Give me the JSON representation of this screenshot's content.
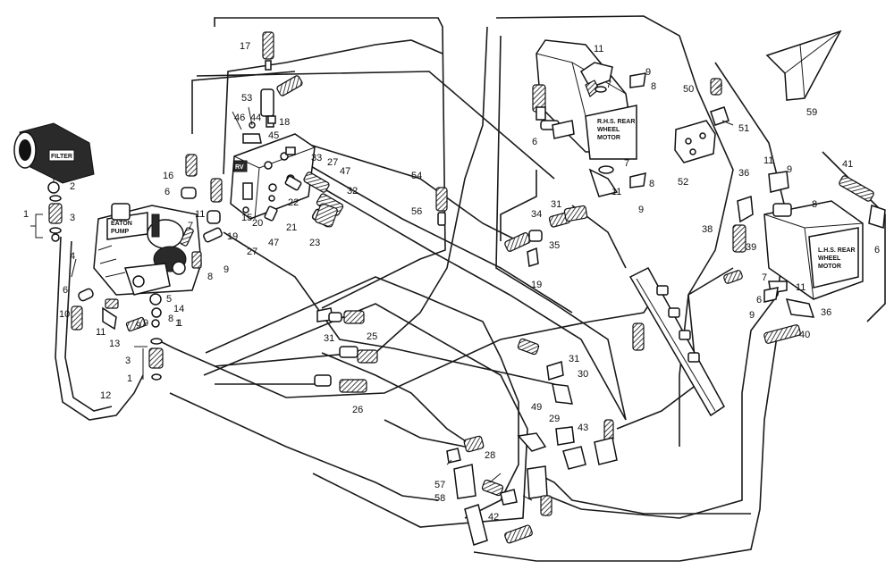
{
  "diagram": {
    "component_labels": {
      "filter": "FILTER",
      "eaton_pump_line1": "EATON",
      "eaton_pump_line2": "PUMP",
      "rhs_motor_line1": "R.H.S. REAR",
      "rhs_motor_line2": "WHEEL",
      "rhs_motor_line3": "MOTOR",
      "lhs_motor_line1": "L.H.S. REAR",
      "lhs_motor_line2": "WHEEL",
      "lhs_motor_line3": "MOTOR"
    },
    "callouts": [
      {
        "id": "c1",
        "text": "17"
      },
      {
        "id": "c2",
        "text": "53"
      },
      {
        "id": "c3",
        "text": "18"
      },
      {
        "id": "c4",
        "text": "46"
      },
      {
        "id": "c5",
        "text": "44"
      },
      {
        "id": "c6",
        "text": "45"
      },
      {
        "id": "c7",
        "text": "16"
      },
      {
        "id": "c8",
        "text": "6"
      },
      {
        "id": "c9",
        "text": "11"
      },
      {
        "id": "c10",
        "text": "7"
      },
      {
        "id": "c11",
        "text": "15"
      },
      {
        "id": "c12",
        "text": "33"
      },
      {
        "id": "c13",
        "text": "27"
      },
      {
        "id": "c14",
        "text": "47"
      },
      {
        "id": "c15",
        "text": "32"
      },
      {
        "id": "c16",
        "text": "20"
      },
      {
        "id": "c17",
        "text": "22"
      },
      {
        "id": "c18",
        "text": "21"
      },
      {
        "id": "c19",
        "text": "23"
      },
      {
        "id": "c20",
        "text": "27"
      },
      {
        "id": "c21",
        "text": "47"
      },
      {
        "id": "c22",
        "text": "19"
      },
      {
        "id": "c23",
        "text": "2"
      },
      {
        "id": "c24",
        "text": "3"
      },
      {
        "id": "c25",
        "text": "1"
      },
      {
        "id": "c26",
        "text": "4"
      },
      {
        "id": "c27",
        "text": "6"
      },
      {
        "id": "c28",
        "text": "10"
      },
      {
        "id": "c29",
        "text": "11"
      },
      {
        "id": "c30",
        "text": "13"
      },
      {
        "id": "c31",
        "text": "9"
      },
      {
        "id": "c32",
        "text": "5"
      },
      {
        "id": "c33",
        "text": "14"
      },
      {
        "id": "c34",
        "text": "8"
      },
      {
        "id": "c35",
        "text": "9"
      },
      {
        "id": "c36",
        "text": "1"
      },
      {
        "id": "c37",
        "text": "3"
      },
      {
        "id": "c38",
        "text": "1"
      },
      {
        "id": "c39",
        "text": "12"
      },
      {
        "id": "c40",
        "text": "54"
      },
      {
        "id": "c41",
        "text": "56"
      },
      {
        "id": "c42",
        "text": "31"
      },
      {
        "id": "c43",
        "text": "25"
      },
      {
        "id": "c44",
        "text": "26"
      },
      {
        "id": "c45",
        "text": "11"
      },
      {
        "id": "c46",
        "text": "9"
      },
      {
        "id": "c47",
        "text": "8"
      },
      {
        "id": "c48",
        "text": "7"
      },
      {
        "id": "c49",
        "text": "6"
      },
      {
        "id": "c50",
        "text": "7"
      },
      {
        "id": "c51",
        "text": "11"
      },
      {
        "id": "c52",
        "text": "8"
      },
      {
        "id": "c53",
        "text": "9"
      },
      {
        "id": "c54",
        "text": "50"
      },
      {
        "id": "c55",
        "text": "51"
      },
      {
        "id": "c56",
        "text": "52"
      },
      {
        "id": "c57",
        "text": "59"
      },
      {
        "id": "c58",
        "text": "34"
      },
      {
        "id": "c59",
        "text": "31"
      },
      {
        "id": "c60",
        "text": "35"
      },
      {
        "id": "c61",
        "text": "19"
      },
      {
        "id": "c62",
        "text": "36"
      },
      {
        "id": "c63",
        "text": "11"
      },
      {
        "id": "c64",
        "text": "9"
      },
      {
        "id": "c65",
        "text": "8"
      },
      {
        "id": "c66",
        "text": "41"
      },
      {
        "id": "c67",
        "text": "38"
      },
      {
        "id": "c68",
        "text": "39"
      },
      {
        "id": "c69",
        "text": "6"
      },
      {
        "id": "c70",
        "text": "7"
      },
      {
        "id": "c71",
        "text": "6"
      },
      {
        "id": "c72",
        "text": "9"
      },
      {
        "id": "c73",
        "text": "11"
      },
      {
        "id": "c74",
        "text": "36"
      },
      {
        "id": "c75",
        "text": "40"
      },
      {
        "id": "c76",
        "text": "31"
      },
      {
        "id": "c77",
        "text": "30"
      },
      {
        "id": "c78",
        "text": "49"
      },
      {
        "id": "c79",
        "text": "29"
      },
      {
        "id": "c80",
        "text": "43"
      },
      {
        "id": "c81",
        "text": "28"
      },
      {
        "id": "c82",
        "text": "57"
      },
      {
        "id": "c83",
        "text": "58"
      },
      {
        "id": "c84",
        "text": "42"
      },
      {
        "id": "c85",
        "text": "8"
      },
      {
        "id": "c86",
        "text": "1"
      },
      {
        "id": "c87",
        "text": "9"
      }
    ]
  }
}
